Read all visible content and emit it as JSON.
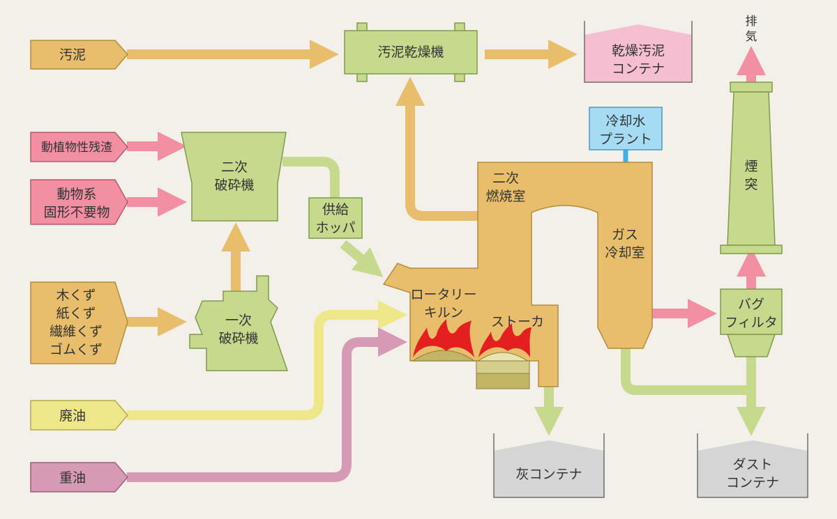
{
  "inputs": {
    "sludge": "汚泥",
    "plant_residue": "動植物性残渣",
    "animal_waste": [
      "動物系",
      "固形不要物"
    ],
    "wood_paper": [
      "木くず",
      "紙くず",
      "繊維くず",
      "ゴムくず"
    ],
    "waste_oil": "廃油",
    "heavy_oil": "重油"
  },
  "equipment": {
    "sludge_dryer": "汚泥乾燥機",
    "dried_sludge_container": [
      "乾燥汚泥",
      "コンテナ"
    ],
    "secondary_crusher": [
      "二次",
      "破砕機"
    ],
    "primary_crusher": [
      "一次",
      "破砕機"
    ],
    "feed_hopper": [
      "供給",
      "ホッパ"
    ],
    "cooling_water_plant": [
      "冷却水",
      "プラント"
    ],
    "secondary_combustion_chamber": [
      "二次",
      "燃焼室"
    ],
    "gas_cooling_chamber": [
      "ガス",
      "冷却室"
    ],
    "rotary_kiln": [
      "ロータリー",
      "キルン"
    ],
    "stoker": "ストーカ",
    "bag_filter": [
      "バグ",
      "フィルタ"
    ],
    "chimney": [
      "煙",
      "突"
    ],
    "exhaust": [
      "排",
      "気"
    ],
    "ash_container": "灰コンテナ",
    "dust_container": [
      "ダスト",
      "コンテナ"
    ]
  },
  "colors": {
    "background": "#f3f0e9",
    "orange": "#e8be6c",
    "green": "#c6d98d",
    "pink": "#f28fa3",
    "yellow": "#eee78a",
    "mauve": "#d69ab5",
    "light_pink": "#f6bfd1",
    "gray": "#d5d5d5",
    "sky": "#a6dcf3",
    "flame": "#e41f1f"
  }
}
